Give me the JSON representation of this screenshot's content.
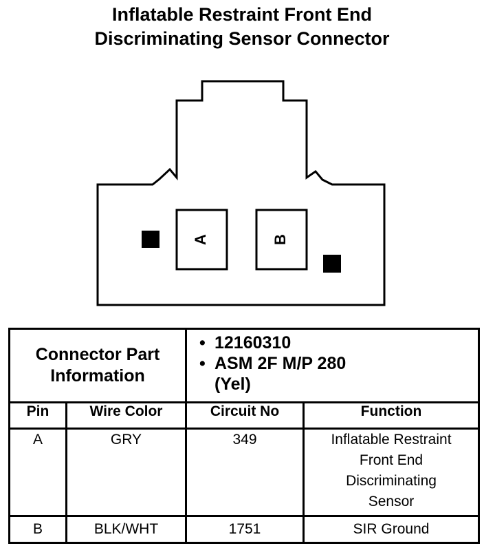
{
  "title": {
    "line1": "Inflatable Restraint Front End",
    "line2": "Discriminating Sensor Connector"
  },
  "connector": {
    "pin_a_label": "A",
    "pin_b_label": "B"
  },
  "table": {
    "part_info_label_line1": "Connector Part",
    "part_info_label_line2": "Information",
    "part_numbers": [
      "12160310",
      "ASM 2F M/P 280",
      "(Yel)"
    ],
    "headers": {
      "pin": "Pin",
      "wire_color": "Wire Color",
      "circuit_no": "Circuit No",
      "function": "Function"
    },
    "rows": [
      {
        "pin": "A",
        "wire_color": "GRY",
        "circuit_no": "349",
        "function": [
          "Inflatable Restraint",
          "Front End",
          "Discriminating",
          "Sensor"
        ]
      },
      {
        "pin": "B",
        "wire_color": "BLK/WHT",
        "circuit_no": "1751",
        "function": [
          "SIR Ground"
        ]
      }
    ]
  }
}
